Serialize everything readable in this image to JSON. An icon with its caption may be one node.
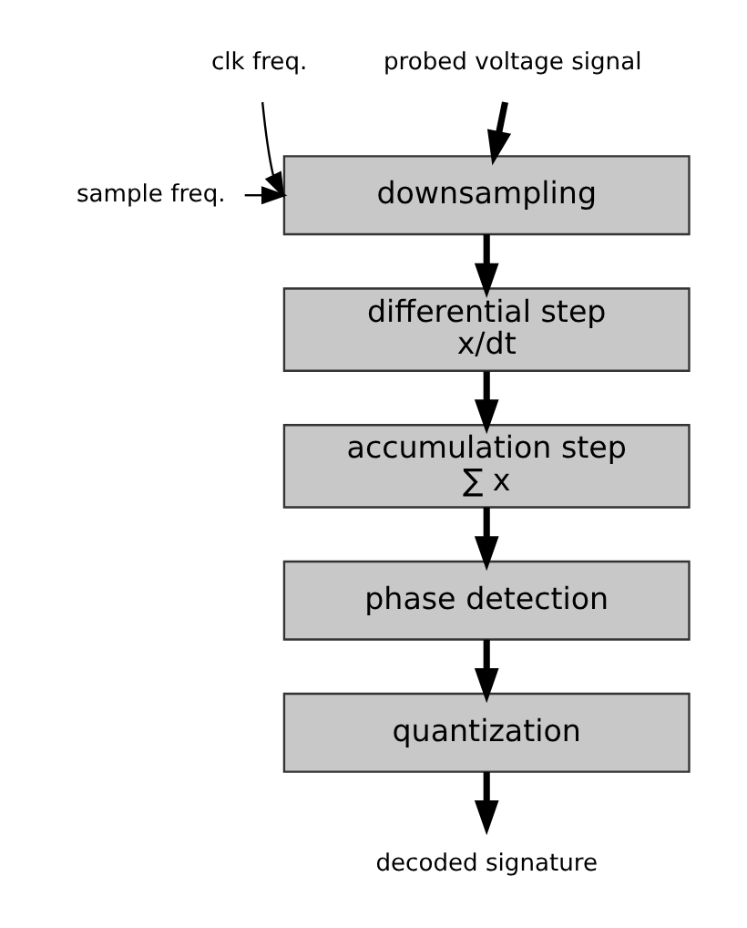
{
  "diagram": {
    "nodes": [
      {
        "text": [
          "probed voltage signal"
        ]
      },
      {
        "text": [
          "clk freq."
        ]
      },
      {
        "text": [
          "sample freq."
        ]
      },
      {
        "text": [
          "downsampling"
        ]
      },
      {
        "text": [
          "differential step",
          "x/dt"
        ]
      },
      {
        "text": [
          "accumulation step",
          "∑ x"
        ]
      },
      {
        "text": [
          "phase detection"
        ]
      },
      {
        "text": [
          "quantization"
        ]
      },
      {
        "text": [
          "decoded signature"
        ]
      }
    ],
    "edges": [
      {
        "from": 0,
        "to": 3,
        "arrow": "to"
      },
      {
        "from": 1,
        "to": 3,
        "arrow": "to"
      },
      {
        "from": 2,
        "to": 3,
        "arrow": "to"
      },
      {
        "from": 3,
        "to": 4,
        "arrow": "to"
      },
      {
        "from": 4,
        "to": 5,
        "arrow": "to"
      },
      {
        "from": 5,
        "to": 6,
        "arrow": "to"
      },
      {
        "from": 6,
        "to": 7,
        "arrow": "to"
      },
      {
        "from": 7,
        "to": 8,
        "arrow": "to"
      }
    ]
  }
}
